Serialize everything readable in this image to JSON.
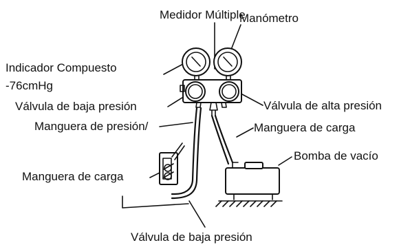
{
  "labels": {
    "manifold_gauge": "Medidor Múltiple",
    "pressure_gauge": "Manómetro",
    "compound_gauge_line1": "Indicador Compuesto",
    "compound_gauge_line2": "-76cmHg",
    "low_pressure_valve": "Válvula de baja presión",
    "high_pressure_valve": "Válvula de alta presión",
    "pressure_hose": "Manguera de presión/",
    "charge_hose_right": "Manguera de carga",
    "vacuum_pump": "Bomba de vacío",
    "charge_hose_left": "Manguera de carga",
    "low_pressure_valve_bottom": "Válvula de baja presión"
  }
}
